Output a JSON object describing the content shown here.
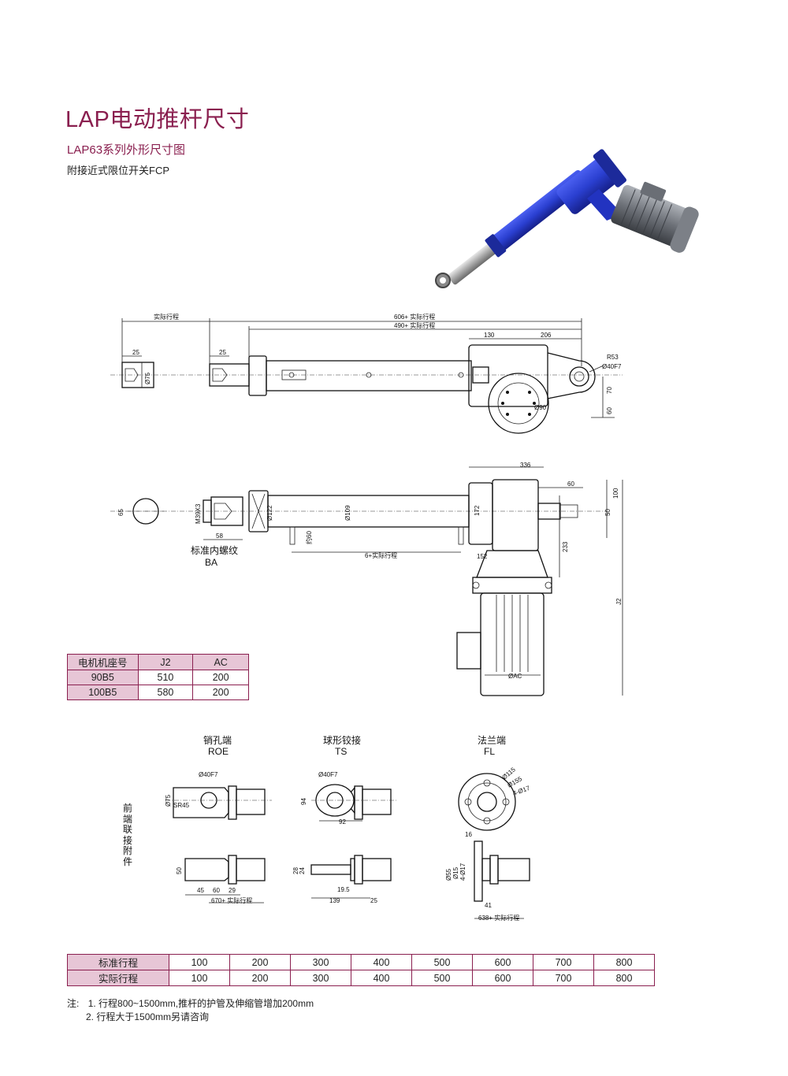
{
  "header": {
    "title": "LAP电动推杆尺寸",
    "subtitle": "LAP63系列外形尺寸图",
    "note": "附接近式限位开关FCP"
  },
  "drawing_top": {
    "stroke_label": "实际行程",
    "dim_606": "606+ 实际行程",
    "dim_490": "490+ 实际行程",
    "dim_130": "130",
    "dim_206": "206",
    "dim_r53": "R53",
    "dim_40f7": "Ø40F7",
    "dim_70": "70",
    "dim_60": "60",
    "dim_90": "Ø90",
    "dim_25a": "25",
    "dim_25b": "25",
    "dim_75": "Ø75"
  },
  "drawing_mid": {
    "dim_336": "336",
    "dim_60": "60",
    "dim_100": "100",
    "dim_50": "50",
    "dim_172": "172",
    "dim_233": "233",
    "dim_152": "152",
    "dim_j2": "J2",
    "dim_ac": "ØAC",
    "dim_65": "65",
    "dim_m39": "M39X3",
    "dim_122": "Ø122",
    "dim_109": "Ø109",
    "dim_58": "58",
    "dim_60b": "约60",
    "dim_6stroke": "6+实际行程",
    "thread_label": "标准内螺纹",
    "thread_code": "BA"
  },
  "motor_table": {
    "headers": [
      "电机机座号",
      "J2",
      "AC"
    ],
    "rows": [
      [
        "90B5",
        "510",
        "200"
      ],
      [
        "100B5",
        "580",
        "200"
      ]
    ]
  },
  "attachments": {
    "side_label": "前端联接附件",
    "roe": {
      "name": "销孔端",
      "code": "ROE",
      "d40": "Ø40F7",
      "d75": "Ø75",
      "sr45": "SR45",
      "d50": "50",
      "d45": "45",
      "d60": "60",
      "d29": "29",
      "stroke": "670+ 实际行程"
    },
    "ts": {
      "name": "球形铰接",
      "code": "TS",
      "d40": "Ø40F7",
      "d94": "94",
      "d92": "92",
      "d28": "28",
      "d24": "24",
      "d195": "19.5",
      "d139": "139",
      "d25": "25"
    },
    "fl": {
      "name": "法兰端",
      "code": "FL",
      "d115": "Ø115",
      "d155": "Ø155",
      "d17": "4-Ø17",
      "d16": "16",
      "d55": "Ø55",
      "d15": "Ø15",
      "d4_17": "4-Ø17",
      "d41": "41",
      "stroke": "638+ 实际行程"
    }
  },
  "stroke_table": {
    "row1_label": "标准行程",
    "row2_label": "实际行程",
    "standard": [
      "100",
      "200",
      "300",
      "400",
      "500",
      "600",
      "700",
      "800"
    ],
    "actual": [
      "100",
      "200",
      "300",
      "400",
      "500",
      "600",
      "700",
      "800"
    ]
  },
  "notes": {
    "prefix": "注:",
    "line1": "1. 行程800~1500mm,推杆的护管及伸缩管增加200mm",
    "line2": "2. 行程大于1500mm另请咨询"
  },
  "colors": {
    "accent": "#8a1f4f",
    "table_header": "#e7c6d6",
    "actuator_blue": "#2a3fd0"
  }
}
